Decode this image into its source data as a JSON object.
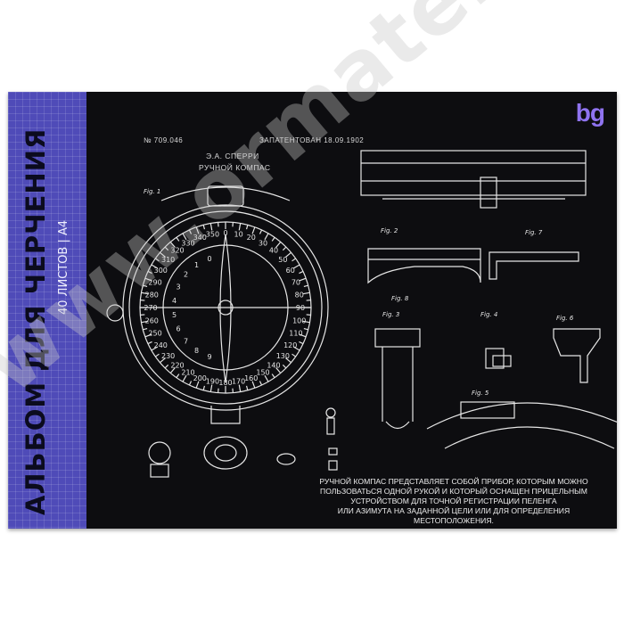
{
  "cover": {
    "title": "АЛЬБОМ ДЛЯ ЧЕРЧЕНИЯ",
    "subtitle": "40 ЛИСТОВ | А4",
    "brand": "bg",
    "patent_number": "№ 709.046",
    "patent_date": "ЗАПАТЕНТОВАН 18.09.1902",
    "author": "Э.А. СПЕРРИ",
    "drawing_title": "РУЧНОЙ КОМПАС",
    "description": [
      "РУЧНОЙ КОМПАС ПРЕДСТАВЛЯЕТ СОБОЙ ПРИБОР, КОТОРЫМ МОЖНО",
      "ПОЛЬЗОВАТЬСЯ ОДНОЙ РУКОЙ  И КОТОРЫЙ ОСНАЩЕН ПРИЦЕЛЬНЫМ",
      "УСТРОЙСТВОМ ДЛЯ ТОЧНОЙ РЕГИСТРАЦИИ ПЕЛЕНГА",
      "ИЛИ АЗИМУТА НА ЗАДАННОЙ ЦЕЛИ ИЛИ ДЛЯ ОПРЕДЕЛЕНИЯ МЕСТОПОЛОЖЕНИЯ."
    ]
  },
  "dial_numbers_outer": [
    "0",
    "10",
    "20",
    "30",
    "40",
    "50",
    "60",
    "70",
    "80",
    "90",
    "100",
    "110",
    "120",
    "130",
    "140",
    "150",
    "160",
    "170",
    "180",
    "190",
    "200",
    "210",
    "220",
    "230",
    "240",
    "250",
    "260",
    "270",
    "280",
    "290",
    "300",
    "310",
    "320",
    "330",
    "340",
    "350"
  ],
  "dial_numbers_inner": [
    "9",
    "8",
    "7",
    "6",
    "5",
    "4",
    "3",
    "2",
    "1",
    "0"
  ],
  "figure_labels": [
    "Fig. 1",
    "Fig. 2",
    "Fig. 3",
    "Fig. 4",
    "Fig. 5",
    "Fig. 6",
    "Fig. 7",
    "Fig. 8"
  ],
  "watermark": "www.ormatek.ru"
}
